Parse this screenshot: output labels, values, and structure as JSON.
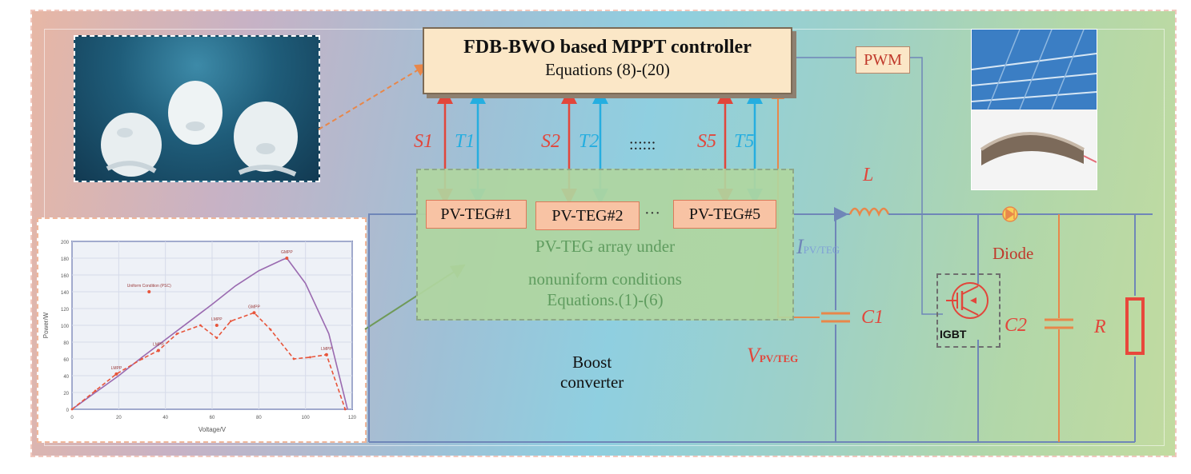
{
  "controller": {
    "title": "FDB-BWO based MPPT controller",
    "equations": "Equations (8)-(20)"
  },
  "signals": {
    "s1": "S1",
    "t1": "T1",
    "s2": "S2",
    "t2": "T2",
    "dots": "::::::",
    "s5": "S5",
    "t5": "T5"
  },
  "modules": {
    "m1": "PV-TEG#1",
    "m2": "PV-TEG#2",
    "ellipsis": "···",
    "m5": "PV-TEG#5"
  },
  "array": {
    "line1": "PV-TEG array under",
    "line2": "nonuniform conditions",
    "line3": "Equations.(1)-(6)"
  },
  "circuit": {
    "pwm": "PWM",
    "inductor": "L",
    "current_main": "I",
    "current_sub": "PV/TEG",
    "voltage_main": "V",
    "voltage_sub": "PV/TEG",
    "c1": "C1",
    "c2": "C2",
    "diode": "Diode",
    "igbt": "IGBT",
    "r": "R",
    "boost_line1": "Boost",
    "boost_line2": "converter"
  },
  "colors": {
    "red": "#e2463b",
    "cyan": "#25aee0",
    "wire": "#6f86b8",
    "orange": "#e8874a",
    "green_arrow": "#6f9a58",
    "resistor": "#e8473b"
  },
  "chart_data": {
    "type": "line",
    "xlabel": "Voltage/V",
    "ylabel": "Power/W",
    "xlim": [
      0,
      120
    ],
    "ylim": [
      0,
      200
    ],
    "xticks": [
      "0",
      "20",
      "40",
      "60",
      "80",
      "100",
      "120"
    ],
    "yticks": [
      "0",
      "20",
      "40",
      "60",
      "80",
      "100",
      "120",
      "140",
      "160",
      "180",
      "200"
    ],
    "series": [
      {
        "style": "solid",
        "x": [
          0,
          10,
          20,
          30,
          40,
          50,
          60,
          70,
          80,
          90,
          92,
          100,
          110,
          118
        ],
        "y": [
          0,
          20,
          40,
          62,
          83,
          104,
          125,
          147,
          165,
          178,
          180,
          150,
          90,
          0
        ]
      },
      {
        "style": "dashed",
        "x": [
          0,
          10,
          19,
          30,
          37,
          45,
          55,
          62,
          68,
          78,
          85,
          95,
          102,
          109,
          117
        ],
        "y": [
          0,
          22,
          42,
          60,
          70,
          90,
          100,
          85,
          105,
          115,
          95,
          60,
          62,
          65,
          0
        ]
      }
    ],
    "annotations": [
      {
        "text": "Uniform Condition (PSC)",
        "x": 33,
        "y": 140
      },
      {
        "text": "GMPP",
        "x": 92,
        "y": 180
      },
      {
        "text": "LMPP",
        "x": 19,
        "y": 42
      },
      {
        "text": "LMPP",
        "x": 37,
        "y": 70
      },
      {
        "text": "GMPP",
        "x": 78,
        "y": 115
      },
      {
        "text": "LMPP",
        "x": 62,
        "y": 100
      },
      {
        "text": "LMPP",
        "x": 109,
        "y": 65
      }
    ]
  }
}
